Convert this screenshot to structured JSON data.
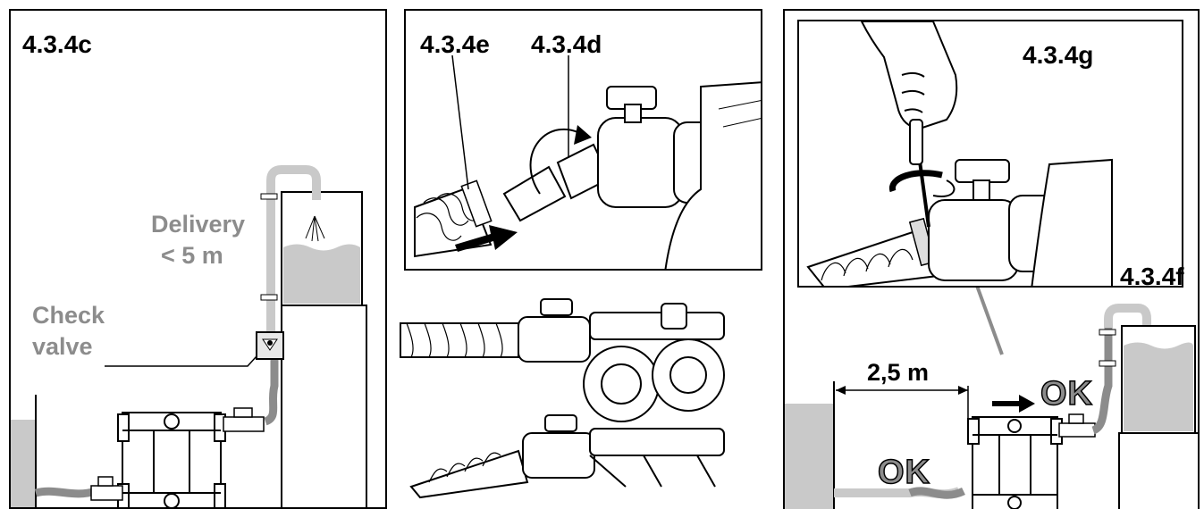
{
  "colors": {
    "liquid": "#c9c9c9",
    "pipe": "#c9c9c9",
    "line": "#000000",
    "text_gray": "#8c8c8c"
  },
  "panel_c": {
    "figure_label": "4.3.4c",
    "delivery_label": "Delivery",
    "delivery_limit": "< 5 m",
    "check_valve_line1": "Check",
    "check_valve_line2": "valve"
  },
  "panel_de": {
    "figure_label_e": "4.3.4e",
    "figure_label_d": "4.3.4d"
  },
  "panel_right": {
    "figure_label_g": "4.3.4g",
    "figure_label_f": "4.3.4f",
    "distance_label": "2,5 m",
    "ok_top": "OK",
    "ok_bottom": "OK"
  },
  "icons": [
    "pump-icon",
    "tank-icon",
    "check-valve-icon",
    "hose-icon",
    "ball-valve-icon",
    "hand-screwdriver-icon",
    "rotation-arrow-icon",
    "push-arrow-icon"
  ]
}
